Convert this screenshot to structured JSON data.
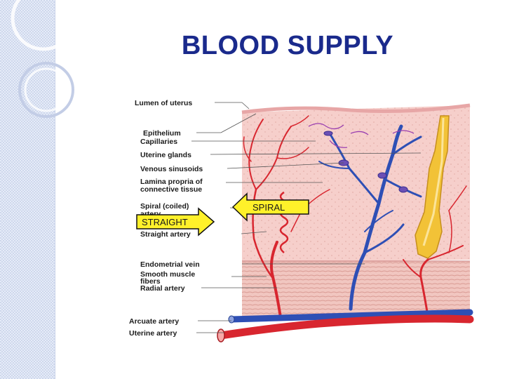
{
  "title": "BLOOD SUPPLY",
  "labels": {
    "lumen": "Lumen of uterus",
    "epithelium": "Epithelium",
    "capillaries": "Capillaries",
    "glands": "Uterine glands",
    "sinusoids": "Venous sinusoids",
    "lamina_1": "Lamina propria of",
    "lamina_2": "connective tissue",
    "spiral_1": "Spiral (coiled)",
    "spiral_2": "artery",
    "straight": "Straight artery",
    "vein": "Endometrial vein",
    "smooth_1": "Smooth muscle",
    "smooth_2": "fibers",
    "radial": "Radial artery",
    "arcuate": "Arcuate artery",
    "uterine": "Uterine artery"
  },
  "callouts": {
    "spiral": "SPIRAL",
    "straight": "STRAIGHT"
  },
  "colors": {
    "title": "#1a2a8c",
    "artery": "#d8262f",
    "vein": "#2e4fb5",
    "gland": "#f2c237",
    "callout_fill": "#fff12a"
  }
}
